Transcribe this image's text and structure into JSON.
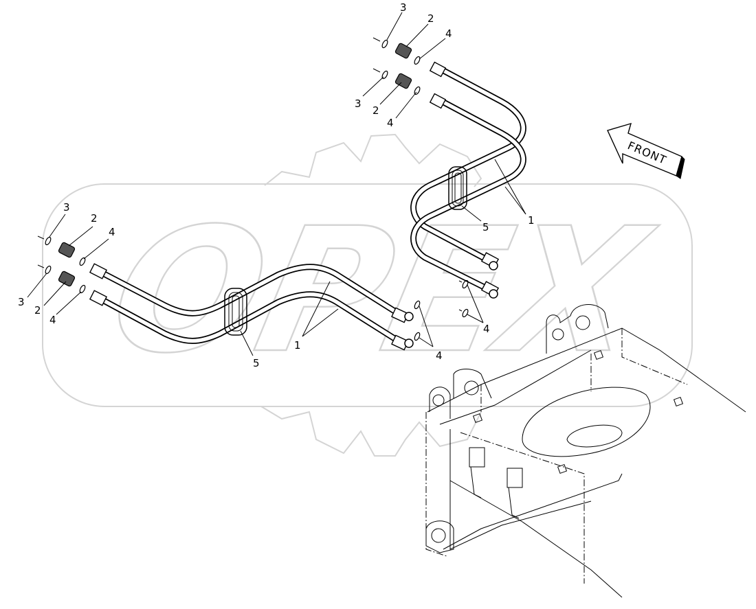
{
  "front_label": "FRONT",
  "watermark": "OPEX",
  "callouts": [
    {
      "id": "c1",
      "text": "3"
    },
    {
      "id": "c2",
      "text": "2"
    },
    {
      "id": "c3",
      "text": "4"
    },
    {
      "id": "c4",
      "text": "3"
    },
    {
      "id": "c5",
      "text": "2"
    },
    {
      "id": "c6",
      "text": "4"
    },
    {
      "id": "c7",
      "text": "1"
    },
    {
      "id": "c8",
      "text": "5"
    },
    {
      "id": "c9",
      "text": "3"
    },
    {
      "id": "c10",
      "text": "2"
    },
    {
      "id": "c11",
      "text": "4"
    },
    {
      "id": "c12",
      "text": "3"
    },
    {
      "id": "c13",
      "text": "2"
    },
    {
      "id": "c14",
      "text": "4"
    },
    {
      "id": "c15",
      "text": "1"
    },
    {
      "id": "c16",
      "text": "5"
    },
    {
      "id": "c17",
      "text": "4"
    },
    {
      "id": "c18",
      "text": "4"
    }
  ]
}
